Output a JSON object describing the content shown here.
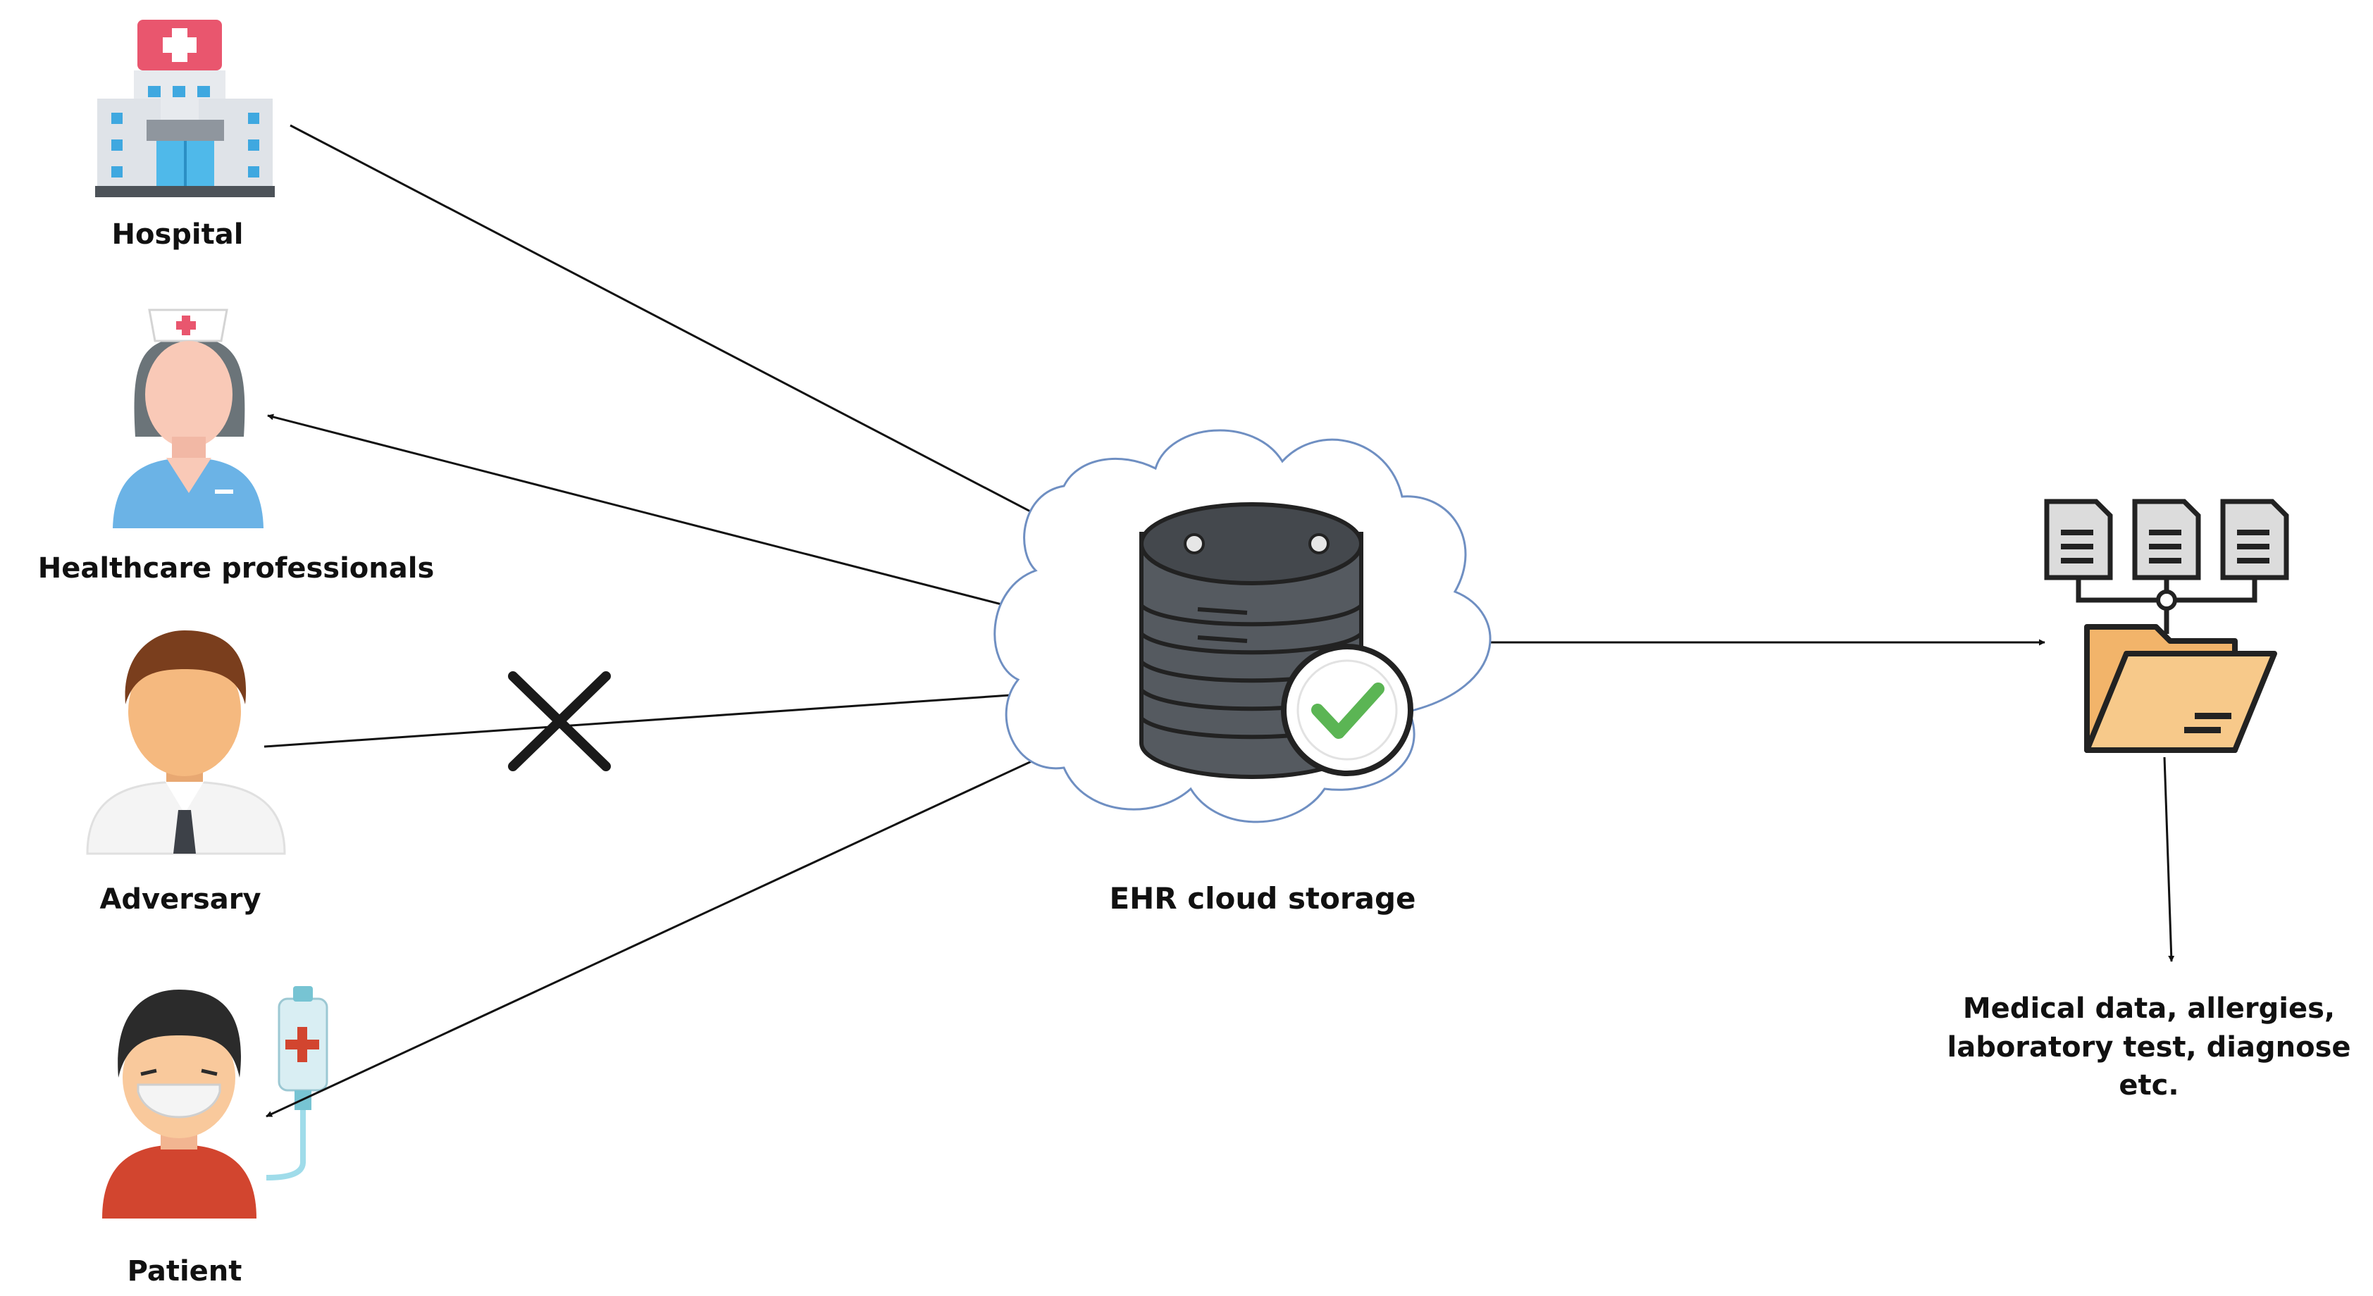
{
  "nodes": {
    "hospital": {
      "label": "Hospital",
      "icon": "hospital-icon"
    },
    "healthcare": {
      "label": "Healthcare professionals",
      "icon": "nurse-icon"
    },
    "adversary": {
      "label": "Adversary",
      "icon": "adversary-icon"
    },
    "patient": {
      "label": "Patient",
      "icon": "patient-icon"
    },
    "cloud": {
      "label": "EHR cloud storage",
      "icon": "database-cloud-icon"
    },
    "files": {
      "icon": "folder-documents-icon"
    },
    "data": {
      "lines": [
        "Medical data, allergies,",
        "laboratory test, diagnose",
        "etc."
      ]
    }
  },
  "colors": {
    "line": "#111111",
    "cloud_stroke": "#6f8fc2",
    "db_body": "#555a60",
    "db_top": "#44484d",
    "check": "#5bb554",
    "folder": "#f7c98a",
    "doc": "#dcdcdc",
    "skin": "#f9c99c",
    "nurse_blue": "#6bb3e6",
    "patient_shirt": "#d2452f",
    "cross": "#1a1a1a"
  }
}
